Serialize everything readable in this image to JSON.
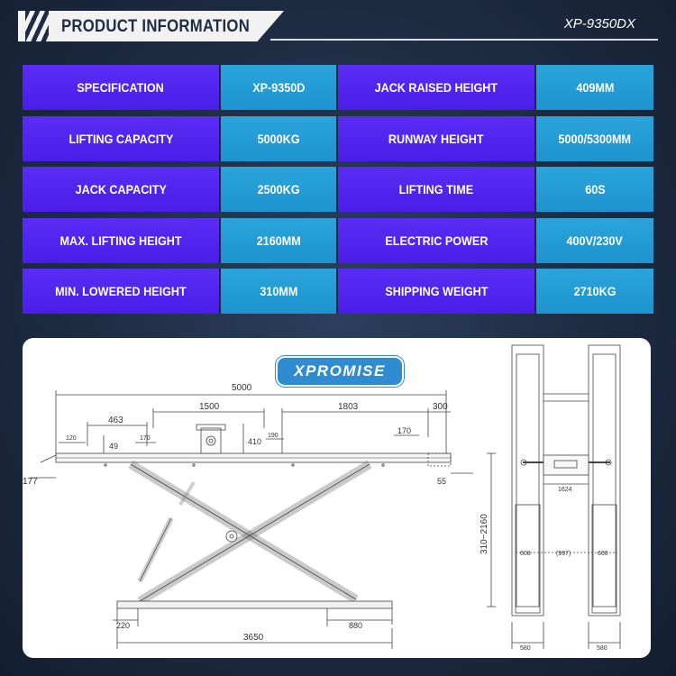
{
  "header": {
    "title": "PRODUCT INFORMATION",
    "model_code": "XP-9350DX"
  },
  "specs": [
    {
      "label1": "SPECIFICATION",
      "value1": "XP-9350D",
      "label2": "JACK RAISED HEIGHT",
      "value2": "409MM"
    },
    {
      "label1": "LIFTING  CAPACITY",
      "value1": "5000KG",
      "label2": "RUNWAY  HEIGHT",
      "value2": "5000/5300MM"
    },
    {
      "label1": "JACK CAPACITY",
      "value1": "2500KG",
      "label2": "LIFTING  TIME",
      "value2": "60S"
    },
    {
      "label1": "MAX.  LIFTING  HEIGHT",
      "value1": "2160MM",
      "label2": "ELECTRIC POWER",
      "value2": "400V/230V"
    },
    {
      "label1": "MIN.  LOWERED HEIGHT",
      "value1": "310MM",
      "label2": "SHIPPING WEIGHT",
      "value2": "2710KG"
    }
  ],
  "drawing": {
    "brand": "XPROMISE",
    "dimensions": {
      "total_length": "5000",
      "jack_span": "1500",
      "runway_span": "1803",
      "end_offset": "300",
      "d463": "463",
      "d120": "120",
      "d49": "49",
      "d170_left": "170",
      "d410": "410",
      "d190": "190",
      "d170_right": "170",
      "d177": "177",
      "d55": "55",
      "d220": "220",
      "d880": "880",
      "base_length": "3650",
      "height_range": "310~2160",
      "top_width": "1624",
      "d608_left": "608",
      "inner_gap": "(997)",
      "d608_right": "608",
      "d580_left": "580",
      "d580_right": "580"
    }
  }
}
